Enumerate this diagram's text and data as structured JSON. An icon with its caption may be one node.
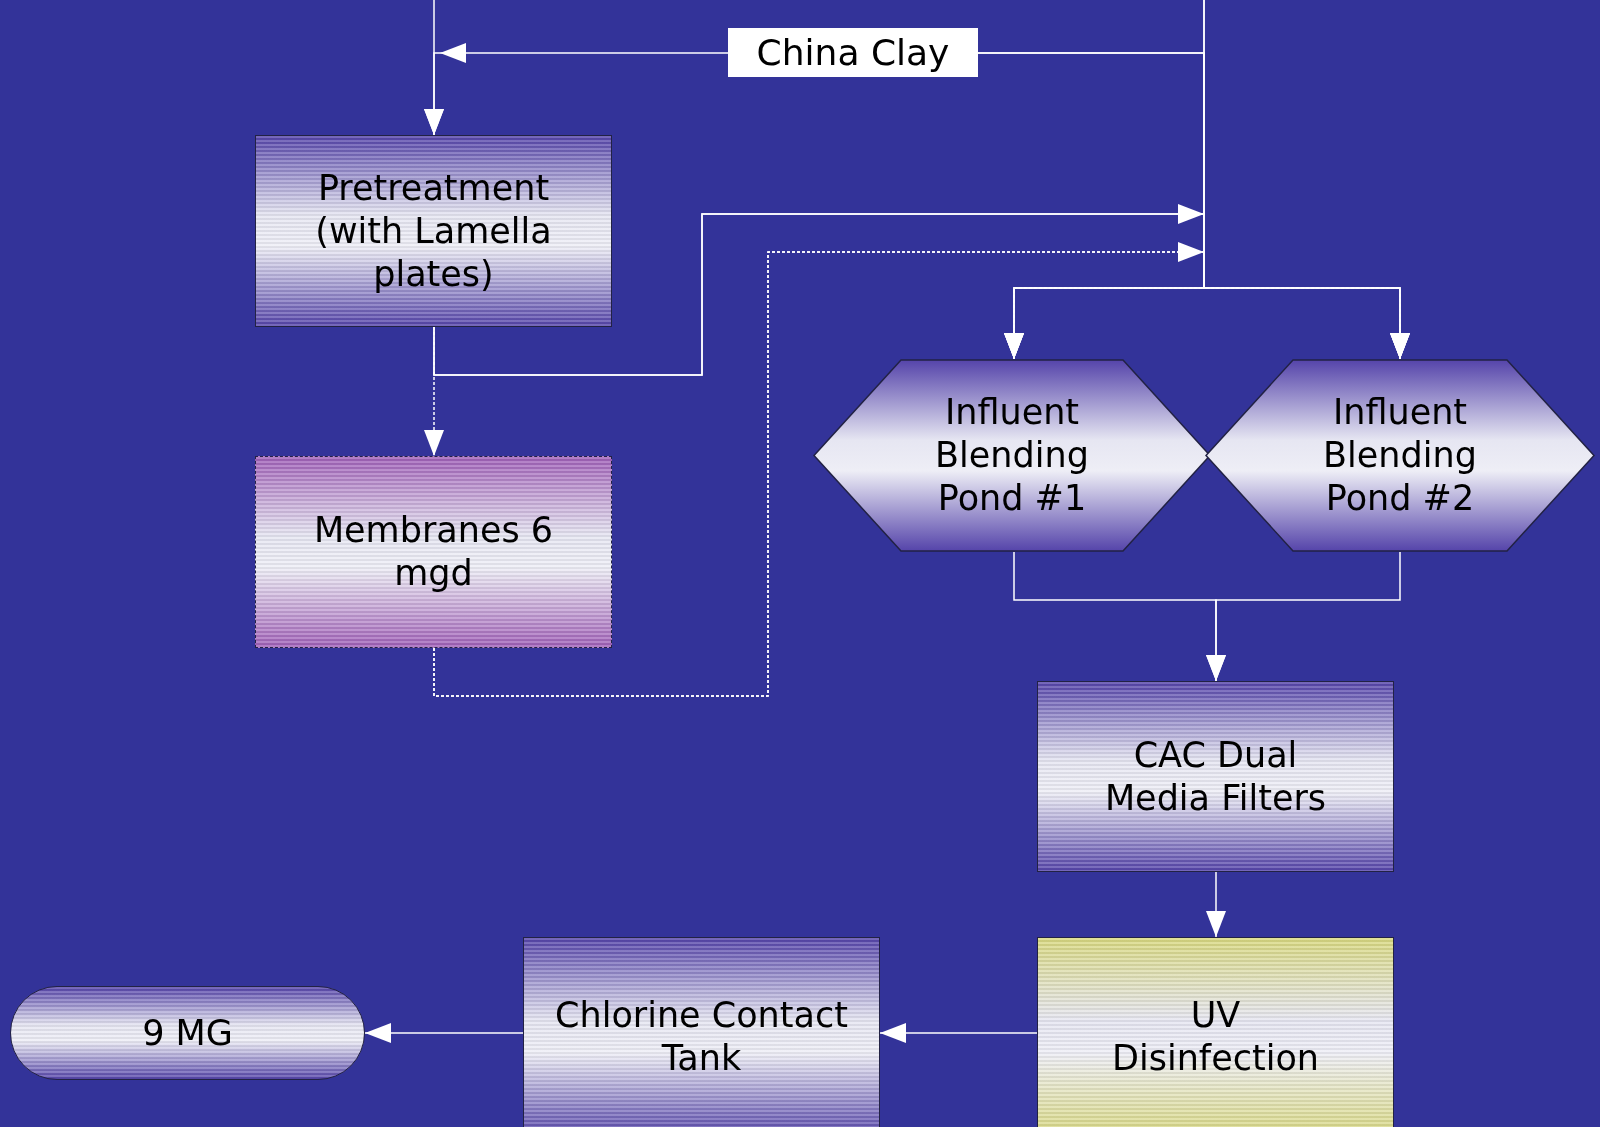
{
  "diagram": {
    "nodes": [
      {
        "text": [
          "China Clay"
        ]
      },
      {
        "text": [
          "Pretreatment (with Lamella plates)"
        ]
      },
      {
        "text": [
          "Membranes 6 mgd"
        ]
      },
      {
        "text": [
          "Influent Blending Pond #1"
        ]
      },
      {
        "text": [
          "Influent Blending Pond #2"
        ]
      },
      {
        "text": [
          "CAC Dual Media Filters"
        ]
      },
      {
        "text": [
          "UV Disinfection"
        ]
      },
      {
        "text": [
          "Chlorine Contact Tank"
        ]
      },
      {
        "text": [
          "9 MG"
        ]
      }
    ],
    "edges": [
      {
        "from": null,
        "to": 1,
        "arrow": "to"
      },
      {
        "from": 0,
        "to": 1,
        "arrow": "to"
      },
      {
        "from": 0,
        "to": 3,
        "arrow": "to"
      },
      {
        "from": 0,
        "to": 4,
        "arrow": "to"
      },
      {
        "from": null,
        "to": 3,
        "arrow": "to"
      },
      {
        "from": null,
        "to": 4,
        "arrow": "to"
      },
      {
        "from": 1,
        "to": 2,
        "arrow": "to",
        "style": "dashed"
      },
      {
        "from": 1,
        "to": 3,
        "arrow": "to"
      },
      {
        "from": 1,
        "to": 4,
        "arrow": "to"
      },
      {
        "from": 2,
        "to": 3,
        "arrow": "to",
        "style": "dashed"
      },
      {
        "from": 2,
        "to": 4,
        "arrow": "to",
        "style": "dashed"
      },
      {
        "from": 3,
        "to": 5,
        "arrow": "to"
      },
      {
        "from": 4,
        "to": 5,
        "arrow": "to"
      },
      {
        "from": 5,
        "to": 6,
        "arrow": "to"
      },
      {
        "from": 6,
        "to": 7,
        "arrow": "to"
      },
      {
        "from": 7,
        "to": 8,
        "arrow": "to"
      }
    ]
  }
}
